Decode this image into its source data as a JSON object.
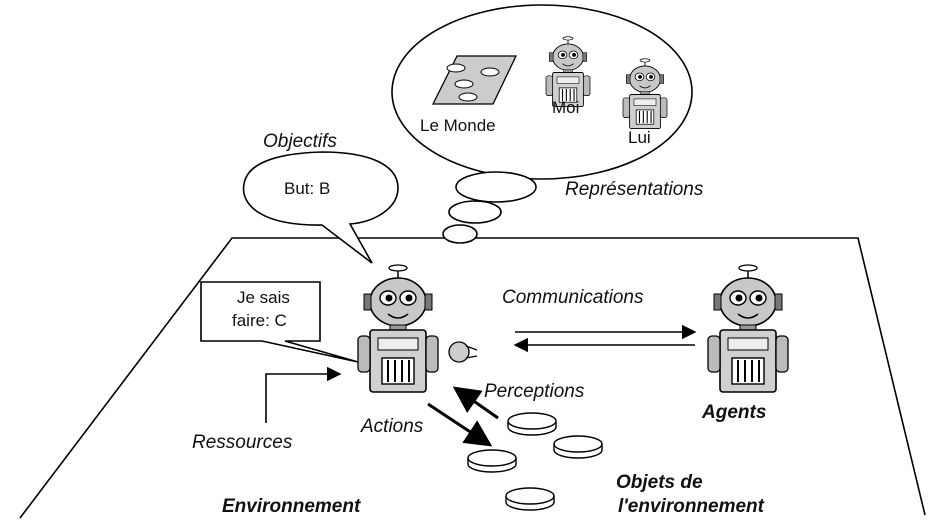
{
  "bubbles": {
    "objectives_title": "Objectifs",
    "goal": "But: B",
    "representations_title": "Représentations",
    "world": "Le Monde",
    "me": "Moi",
    "him": "Lui"
  },
  "skills": {
    "line1": "Je sais",
    "line2": "faire: C"
  },
  "labels": {
    "communications": "Communications",
    "perceptions": "Perceptions",
    "actions": "Actions",
    "resources": "Ressources",
    "agents": "Agents",
    "environment": "Environnement",
    "objects_line1": "Objets de",
    "objects_line2": "l'environnement"
  }
}
